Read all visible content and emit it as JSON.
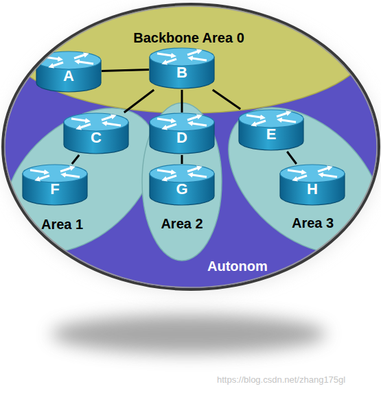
{
  "diagram": {
    "nodes": [
      {
        "text": [
          "Autonom"
        ]
      },
      {
        "text": [
          "Backbone Area 0"
        ],
        "in": 0
      },
      {
        "text": [
          "A"
        ],
        "in": 1
      },
      {
        "text": [
          "B"
        ],
        "in": 1
      },
      {
        "text": [
          "Area 1"
        ],
        "in": 0
      },
      {
        "text": [
          "C"
        ],
        "in": 4
      },
      {
        "text": [
          "F"
        ],
        "in": 4
      },
      {
        "text": [
          "Area 2"
        ],
        "in": 0
      },
      {
        "text": [
          "D"
        ],
        "in": 7
      },
      {
        "text": [
          "G"
        ],
        "in": 7
      },
      {
        "text": [
          "Area 3"
        ],
        "in": 0
      },
      {
        "text": [
          "E"
        ],
        "in": 10
      },
      {
        "text": [
          "H"
        ],
        "in": 10
      }
    ],
    "edges": [
      {
        "from": 2,
        "to": 3,
        "arrow": "none"
      },
      {
        "from": 3,
        "to": 5,
        "arrow": "none"
      },
      {
        "from": 3,
        "to": 8,
        "arrow": "none"
      },
      {
        "from": 3,
        "to": 11,
        "arrow": "none"
      },
      {
        "from": 5,
        "to": 6,
        "arrow": "none"
      },
      {
        "from": 8,
        "to": 9,
        "arrow": "none"
      },
      {
        "from": 11,
        "to": 12,
        "arrow": "none"
      }
    ],
    "labels": [
      "https://blog.csdn.net/zhang175gl"
    ]
  }
}
